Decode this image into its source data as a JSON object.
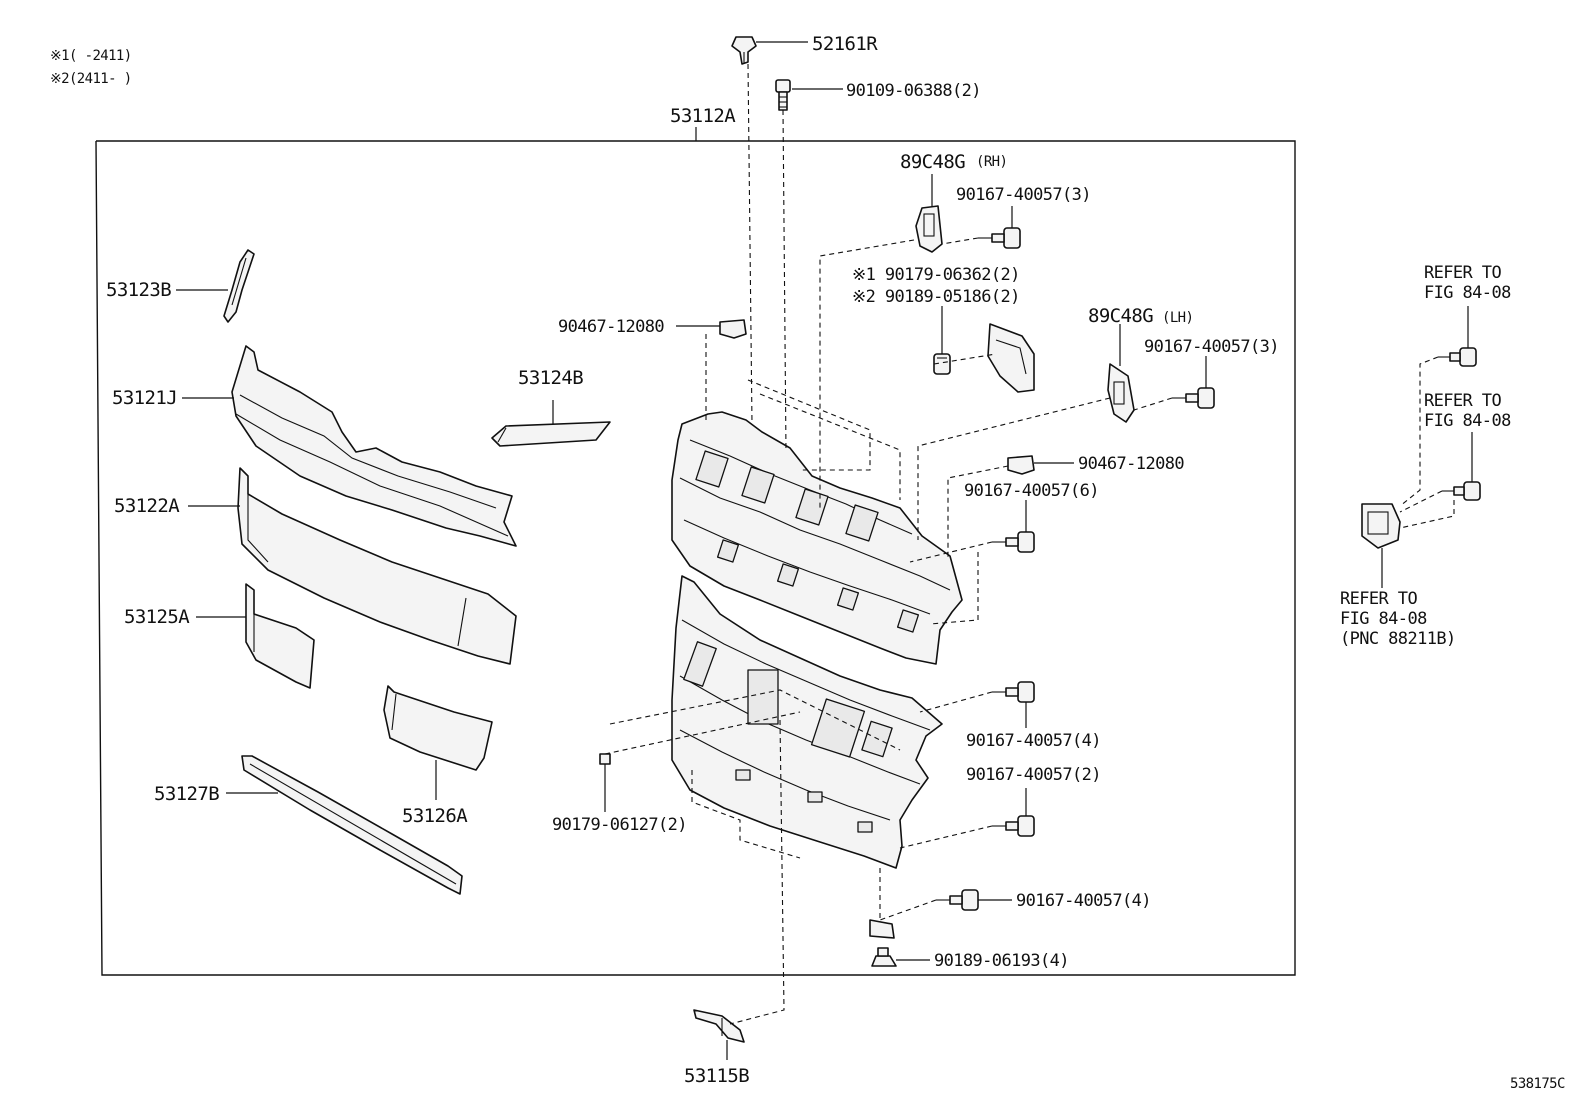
{
  "notes": {
    "note1": "※1(      -2411)",
    "note2": "※2(2411-      )"
  },
  "figure_code": "538175C",
  "labels": {
    "p52161R": "52161R",
    "p90109": "90109-06388(2)",
    "p53112A": "53112A",
    "p89C48G_rh": "89C48G",
    "rh": "(RH)",
    "p90167_3a": "90167-40057(3)",
    "p90179_06362": "※1 90179-06362(2)",
    "p90189_05186": "※2 90189-05186(2)",
    "p89C48G_lh": "89C48G",
    "lh": "(LH)",
    "p90167_3b": "90167-40057(3)",
    "p53123B": "53123B",
    "p90467_a": "90467-12080",
    "p53121J": "53121J",
    "p53124B": "53124B",
    "p90467_b": "90467-12080",
    "p90167_6": "90167-40057(6)",
    "p53122A": "53122A",
    "p53125A": "53125A",
    "p90167_4a": "90167-40057(4)",
    "p90167_2": "90167-40057(2)",
    "p53127B": "53127B",
    "p53126A": "53126A",
    "p90179_06127": "90179-06127(2)",
    "p90167_4b": "90167-40057(4)",
    "p90189_06193": "90189-06193(4)",
    "p53115B": "53115B"
  },
  "refer": {
    "r1_line1": "REFER TO",
    "r1_line2": "FIG 84-08",
    "r2_line1": "REFER TO",
    "r2_line2": "FIG 84-08",
    "r3_line1": "REFER TO",
    "r3_line2": "FIG 84-08",
    "r3_line3": "(PNC 88211B)"
  }
}
